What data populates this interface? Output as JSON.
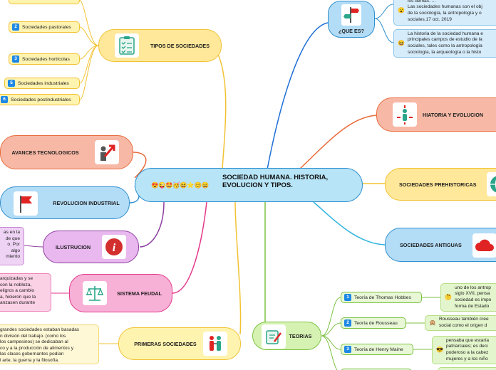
{
  "center": {
    "title": "SOCIEDAD HUMANA. HISTORIA, EVOLUCION Y TIPOS.",
    "emojis": "😍😜🤩🥳😆⭐😊😄"
  },
  "topics": {
    "tipos": "TIPOS DE SOCIEDADES",
    "avances": "AVANCES TECNOLOGICOS",
    "revolucion": "REVOLUCION INDUSTRIAL",
    "ilustracion": "ILUSTRUCION",
    "feudal": "SISTEMA FEUDAL",
    "primeras": "PRIMERAS SOCIEDADES",
    "que_es": "¿QUE ES?",
    "historia": "HIATORIA Y EVOLUCION",
    "prehistoricas": "SOCIEDADES PREHISTORICAS",
    "antiguas": "SOCIEDADES ANTIGUAS",
    "teorias": "TEORIAS"
  },
  "tipos_items": [
    {
      "num": "2",
      "label": "Sociedades pastorales"
    },
    {
      "num": "3",
      "label": "Sociedades hortícolas"
    },
    {
      "num": "5",
      "label": "Sociedades industriales"
    },
    {
      "num": "6",
      "label": "Sociedades postindustriales"
    }
  ],
  "teorias_items": [
    {
      "num": "1",
      "label": "Teoría de Thomas Hobbes"
    },
    {
      "num": "2",
      "label": "Teoría de Rousseau"
    },
    {
      "num": "3",
      "label": "Teoría de Henry Maine"
    }
  ],
  "notes": {
    "que_es_1": "los demás. ...\nLas sociedades humanas son el obj\nde la sociología, la antropología y o\nsociales.17 oct. 2019",
    "que_es_2": "La historia de la sociedad humana e\nprincipales campos de estudio de la\nsociales, tales como la antropología\nsociología, la arqueología o la histo",
    "ilustracion": "as en la\nde que\no. Por\nalgo\nmiento",
    "feudal": "arquizadas y se\ncon la nobleza,\neligros a cambio\na, hicieron que la\nanzasen durante",
    "primeras": "grandes sociedades estaban basadas\nn división del trabajo. (como los\nlos campesinos) se dedicaban al\nco y a la producción de alimentos y\nlas clases gobernantes podían\nl arte, la guerra y la filosofía.",
    "hobbes": "uno de los antrop\nsiglo XVII, pensa\nsociedad es impo\nforma de Estado",
    "rousseau": "Rousseau también cree\nsocial como el origen d",
    "maine": "pensaba que estaría\npatriarcales; es deci\npoderoso a la cabez\nmujeres y a los niño"
  },
  "colors": {
    "center_fill": "#b7e4f6",
    "center_border": "#2f8fcf",
    "tipos": "#ffe89a",
    "avances": "#f7b9a6",
    "revolucion": "#b3dcf6",
    "ilustracion": "#e8b8ef",
    "feudal": "#f7b0d6",
    "primeras": "#fff3b0",
    "que_es": "#b3dcf6",
    "historia": "#f7b9a6",
    "prehistoricas": "#ffe89a",
    "antiguas": "#b3dcf6",
    "teorias": "#d6f2b3"
  },
  "icons": {
    "tipos": "checklist-icon",
    "avances": "growth-arrow-icon",
    "revolucion": "flag-icon",
    "ilustracion": "info-icon",
    "feudal": "scales-icon",
    "primeras": "people-icon",
    "que_es": "signpost-icon",
    "historia": "person-arrows-icon",
    "prehistoricas": "globe-icon",
    "antiguas": "cloud-icon",
    "teorias": "edit-document-icon"
  }
}
